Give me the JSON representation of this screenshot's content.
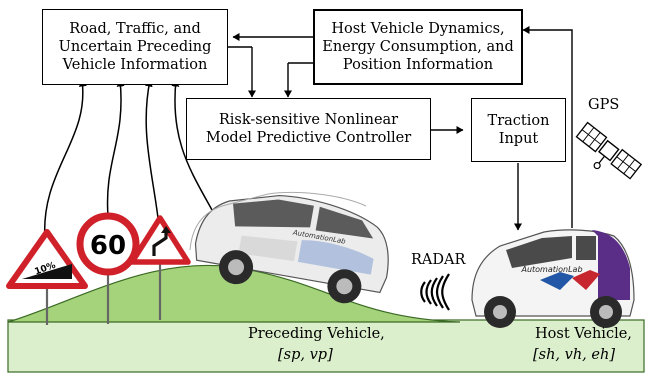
{
  "boxes": {
    "road_info": [
      "Road, Traffic, and",
      "Uncertain Preceding",
      "Vehicle Information"
    ],
    "host_dynamics": [
      "Host Vehicle Dynamics,",
      "Energy Consumption, and",
      "Position Information"
    ],
    "controller": [
      "Risk-sensitive Nonlinear",
      "Model Predictive Controller"
    ],
    "traction": [
      "Traction",
      "Input"
    ]
  },
  "labels": {
    "gps": "GPS",
    "radar": "RADAR",
    "preceding_title": "Preceding Vehicle,",
    "preceding_state": "[sp, vp]",
    "host_title": "Host Vehicle,",
    "host_state": "[sh, vh, eh]",
    "speed_limit": "60",
    "grade": "10%",
    "brand": "AutomationLab"
  },
  "colors": {
    "hill_fill": "#a5d37b",
    "hill_stroke": "#3a6a23",
    "ground_fill": "#dcefcd",
    "sign_red": "#d0202a",
    "car_purple": "#5a2d86",
    "car_blue": "#2157a6",
    "car_red": "#c7262f"
  }
}
